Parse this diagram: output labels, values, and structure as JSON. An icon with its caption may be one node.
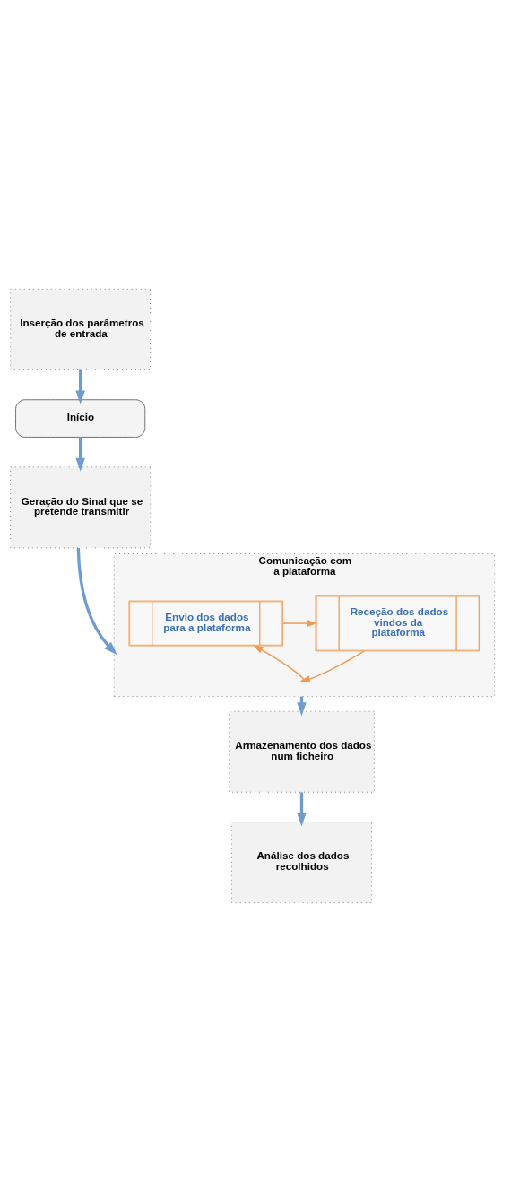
{
  "diagram": {
    "nodes": [
      {
        "text": [
          "Inserção dos parâmetros de entrada"
        ]
      },
      {
        "text": [
          "Início"
        ]
      },
      {
        "text": [
          "Geração do Sinal que se pretende transmitir"
        ]
      },
      {
        "text": [
          "Comunicação com a plataforma"
        ]
      },
      {
        "text": [
          "Envio dos dados para a plataforma"
        ],
        "in": 3
      },
      {
        "text": [
          "Receção dos dados vindos da plataforma"
        ],
        "in": 3
      },
      {
        "text": [
          "Armazenamento dos dados num ficheiro"
        ]
      },
      {
        "text": [
          "Análise dos dados recolhidos"
        ]
      }
    ],
    "edges": [
      {
        "from": 0,
        "to": 1,
        "arrow": "to"
      },
      {
        "from": 1,
        "to": 2,
        "arrow": "to"
      },
      {
        "from": 2,
        "to": 3,
        "arrow": "to"
      },
      {
        "from": 3,
        "to": 4,
        "arrow": "to",
        "color": "#f09a50"
      },
      {
        "from": 4,
        "to": 5,
        "arrow": "to",
        "color": "#f09a50"
      },
      {
        "from": 5,
        "to": 3,
        "arrow": "to",
        "color": "#f09a50"
      },
      {
        "from": 3,
        "to": 6,
        "arrow": "to"
      },
      {
        "from": 6,
        "to": 7,
        "arrow": "to"
      }
    ]
  }
}
